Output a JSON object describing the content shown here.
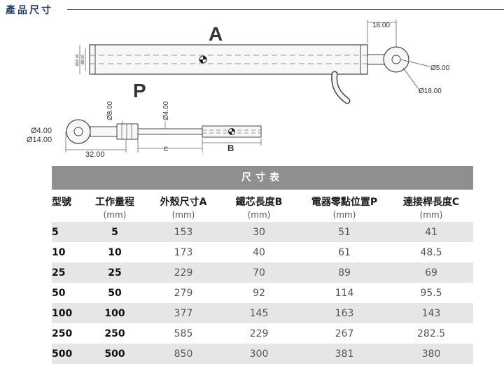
{
  "section": {
    "title": "產品尺寸"
  },
  "drawing": {
    "labels": {
      "A": "A",
      "P": "P",
      "B": "B",
      "c": "c",
      "dim_18_00_top": "18.00",
      "dia_5_00": "Ø5.00",
      "dia_18_00": "Ø18.00",
      "dia_8_00": "Ø8.00",
      "dia_4_00_rod": "Ø4.00",
      "dia_4_00_eye": "Ø4.00",
      "dia_14_00": "Ø14.00",
      "dim_32_00": "32.00",
      "side_dim_1": "Ø20.00",
      "side_dim_2": "Ø8.00"
    }
  },
  "table": {
    "title": "尺寸表",
    "columns": [
      {
        "label": "型號",
        "unit": ""
      },
      {
        "label": "工作量程",
        "unit": "(mm)"
      },
      {
        "label": "外殼尺寸A",
        "unit": "(mm)"
      },
      {
        "label": "鐵芯長度B",
        "unit": "(mm)"
      },
      {
        "label": "電器零點位置P",
        "unit": "(mm)"
      },
      {
        "label": "連接桿長度C",
        "unit": "(mm)"
      }
    ],
    "rows": [
      [
        "5",
        "5",
        "153",
        "30",
        "51",
        "41"
      ],
      [
        "10",
        "10",
        "173",
        "40",
        "61",
        "48.5"
      ],
      [
        "25",
        "25",
        "229",
        "70",
        "89",
        "69"
      ],
      [
        "50",
        "50",
        "279",
        "92",
        "114",
        "95.5"
      ],
      [
        "100",
        "100",
        "377",
        "145",
        "163",
        "143"
      ],
      [
        "250",
        "250",
        "585",
        "229",
        "267",
        "282.5"
      ],
      [
        "500",
        "500",
        "850",
        "300",
        "381",
        "380"
      ]
    ]
  }
}
